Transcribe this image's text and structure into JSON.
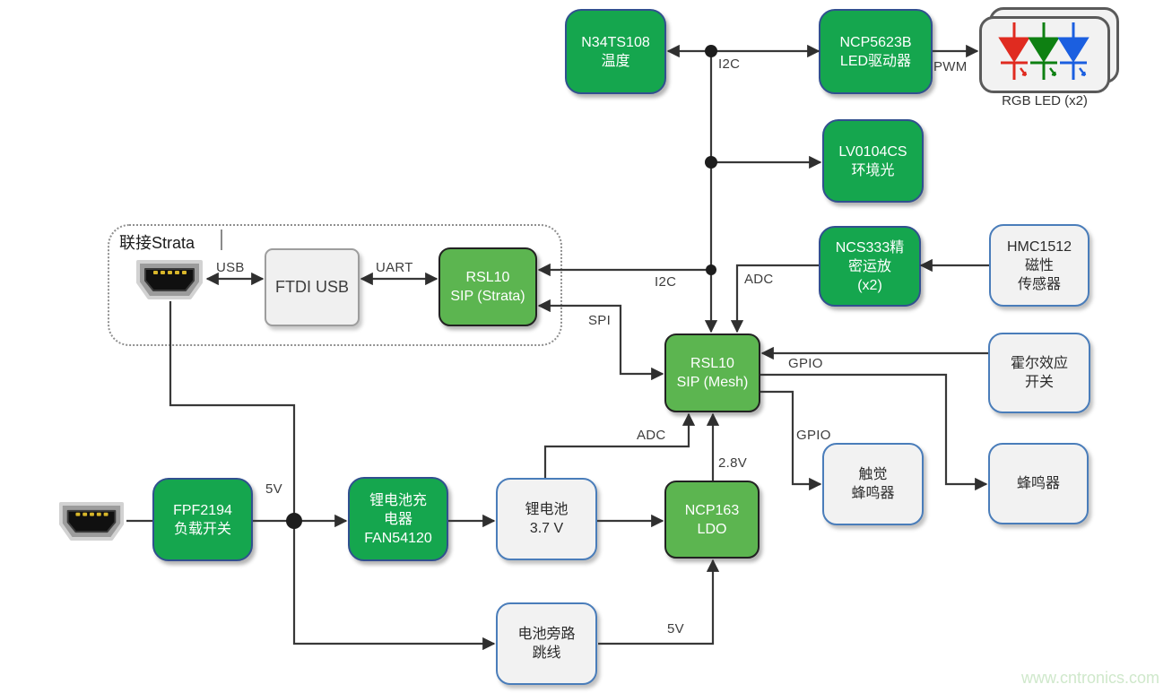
{
  "diagram": {
    "title_hint": "RSL10 mesh sensor node block diagram",
    "captions": {
      "strata_group": "联接Strata",
      "rgb_led": "RGB LED (x2)",
      "watermark": "www.cntronics.com"
    },
    "blocks": [
      {
        "id": "n34ts108",
        "lines": [
          "N34TS108",
          "温度"
        ]
      },
      {
        "id": "ncp5623b",
        "lines": [
          "NCP5623B",
          "LED驱动器"
        ]
      },
      {
        "id": "lv0104cs",
        "lines": [
          "LV0104CS",
          "环境光"
        ]
      },
      {
        "id": "ncs333",
        "lines": [
          "NCS333精",
          "密运放",
          "(x2)"
        ]
      },
      {
        "id": "hmc1512",
        "lines": [
          "HMC1512",
          "磁性",
          "传感器"
        ]
      },
      {
        "id": "ftdi",
        "lines": [
          "FTDI USB"
        ]
      },
      {
        "id": "rsl10-strata",
        "lines": [
          "RSL10",
          "SIP (Strata)"
        ]
      },
      {
        "id": "rsl10-mesh",
        "lines": [
          "RSL10",
          "SIP (Mesh)"
        ]
      },
      {
        "id": "hall-switch",
        "lines": [
          "霍尔效应",
          "开关"
        ]
      },
      {
        "id": "haptic-buzzer",
        "lines": [
          "触觉",
          "蜂鸣器"
        ]
      },
      {
        "id": "buzzer",
        "lines": [
          "蜂鸣器"
        ]
      },
      {
        "id": "fpf2194",
        "lines": [
          "FPF2194",
          "负载开关"
        ]
      },
      {
        "id": "fan54120",
        "lines": [
          "锂电池充",
          "电器",
          "FAN54120"
        ]
      },
      {
        "id": "li-battery",
        "lines": [
          "锂电池",
          "3.7 V"
        ]
      },
      {
        "id": "ncp163",
        "lines": [
          "NCP163",
          "LDO"
        ]
      },
      {
        "id": "bypass-jumper",
        "lines": [
          "电池旁路",
          "跳线"
        ]
      }
    ],
    "wire_labels": [
      {
        "id": "i2c-top",
        "text": "I2C"
      },
      {
        "id": "pwm",
        "text": "PWM"
      },
      {
        "id": "i2c-mid",
        "text": "I2C"
      },
      {
        "id": "adc-top",
        "text": "ADC"
      },
      {
        "id": "spi",
        "text": "SPI"
      },
      {
        "id": "usb",
        "text": "USB"
      },
      {
        "id": "uart",
        "text": "UART"
      },
      {
        "id": "gpio-hall",
        "text": "GPIO"
      },
      {
        "id": "gpio-haptic",
        "text": "GPIO"
      },
      {
        "id": "adc-battery",
        "text": "ADC"
      },
      {
        "id": "v28",
        "text": "2.8V"
      },
      {
        "id": "v5-rail",
        "text": "5V"
      },
      {
        "id": "v5-bypass",
        "text": "5V"
      }
    ],
    "colors": {
      "chip_green": "#15a64e",
      "soft_green": "#5cb550",
      "io_border": "#4a7dba",
      "wire": "#383838",
      "led_red": "#e02b20",
      "led_green": "#0e8012",
      "led_blue": "#1b5fe0",
      "watermark": "#cfe8cb"
    }
  }
}
